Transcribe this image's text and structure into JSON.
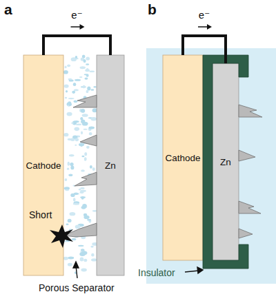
{
  "diagram": {
    "nodes": [
      {
        "text": [
          "Cathode"
        ]
      },
      {
        "text": [
          "Zn"
        ]
      },
      {
        "text": [
          "Cathode"
        ]
      },
      {
        "text": [
          "Zn"
        ]
      }
    ],
    "edges": [
      {
        "from": 0,
        "to": 1,
        "arrow": "none",
        "label": "e⁻"
      },
      {
        "from": 2,
        "to": 3,
        "arrow": "none",
        "label": "e⁻"
      }
    ],
    "labels": [
      "a",
      "b",
      "Short",
      "Porous Separator",
      "Insulator"
    ]
  }
}
